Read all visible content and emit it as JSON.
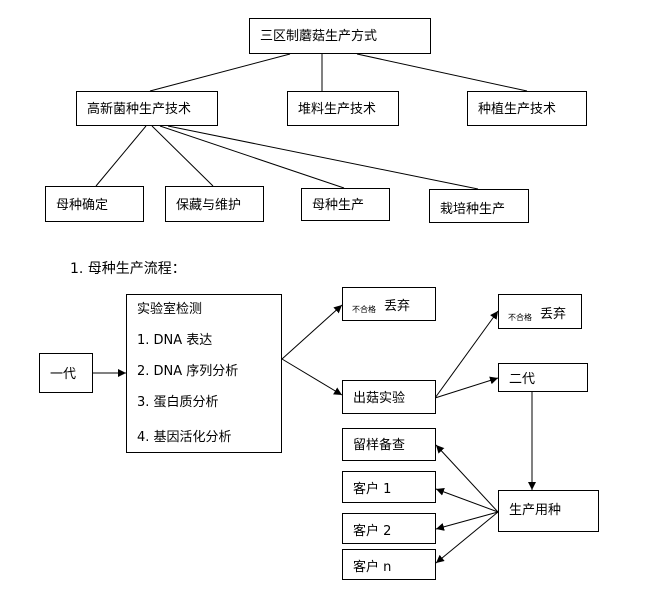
{
  "tree": {
    "root": "三区制蘑菇生产方式",
    "level1": [
      "高新菌种生产技术",
      "堆料生产技术",
      "种植生产技术"
    ],
    "level2": [
      "母种确定",
      "保藏与维护",
      "母种生产",
      "栽培种生产"
    ]
  },
  "flow": {
    "heading": "1.  母种生产流程：",
    "first_generation": "一代",
    "lab": {
      "title": "实验室检测",
      "items": [
        "1.   DNA 表达",
        "2.   DNA 序列分析",
        "3.   蛋白质分析",
        "4.   基因活化分析"
      ]
    },
    "discard_1": {
      "prefix": "不合格",
      "main": "丢弃"
    },
    "discard_2": {
      "prefix": "不合格",
      "main": "丢弃"
    },
    "fruiting_test": "出菇实验",
    "second_generation": "二代",
    "production_seed": "生产用种",
    "sample_check": "留样备查",
    "customers": [
      "客户 1",
      "客户 2",
      "客户 n"
    ]
  }
}
